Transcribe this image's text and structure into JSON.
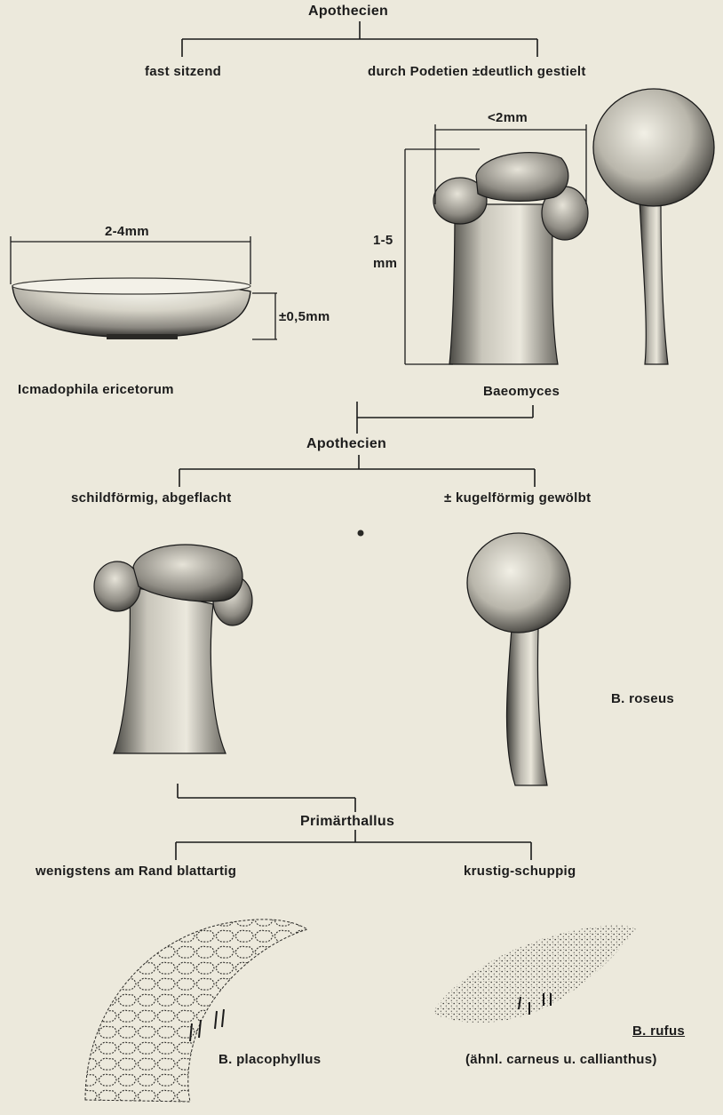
{
  "key1": {
    "title": "Apothecien",
    "left": "fast sitzend",
    "right": "durch Podetien ±deutlich gestielt"
  },
  "icmadophila": {
    "name": "Icmadophila ericetorum",
    "width": "2-4mm",
    "height": "±0,5mm"
  },
  "baeomyces": {
    "name": "Baeomyces",
    "width": "<2mm",
    "height_top": "1-5",
    "height_unit": "mm"
  },
  "key2": {
    "title": "Apothecien",
    "left": "schildförmig, abgeflacht",
    "right": "± kugelförmig gewölbt",
    "right_species": "B. roseus"
  },
  "key3": {
    "title": "Primärthallus",
    "left": "wenigstens am Rand blattartig",
    "right": "krustig-schuppig",
    "left_species": "B. placophyllus",
    "right_species": "B. rufus",
    "right_note": "(ähnl. carneus u. callianthus)"
  },
  "colors": {
    "paper": "#ece9dc",
    "ink": "#1a1a1a"
  }
}
